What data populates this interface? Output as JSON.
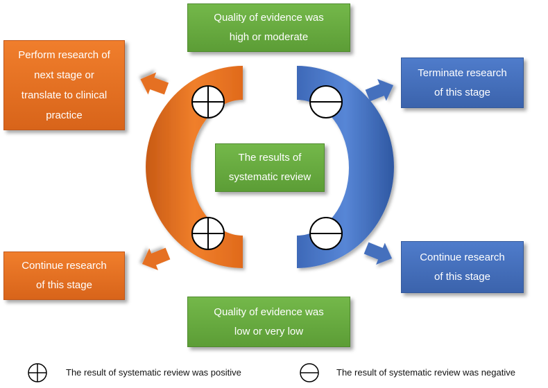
{
  "boxes": {
    "top_green": "Quality of evidence was\nhigh or moderate",
    "center_green": "The results of\nsystematic review",
    "bottom_green": "Quality of evidence was\nlow or very low",
    "top_left_orange": "Perform research of\nnext stage or\ntranslate to clinical\npractice",
    "bottom_left_orange": "Continue research\nof this stage",
    "top_right_blue": "Terminate research\nof this stage",
    "bottom_right_blue": "Continue research\nof this stage"
  },
  "legend": {
    "positive": "The result of systematic review was positive",
    "negative": "The result of systematic review was negative"
  },
  "colors": {
    "green": "#66a83f",
    "orange": "#e56f20",
    "blue": "#4470bd"
  }
}
